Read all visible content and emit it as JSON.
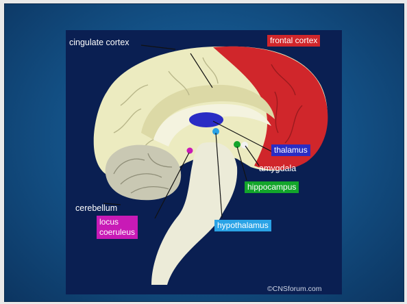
{
  "labels": {
    "cingulate_cortex": "cingulate cortex",
    "frontal_cortex": "frontal cortex",
    "thalamus": "thalamus",
    "amygdala": "amygdala",
    "hippocampus": "hippocampus",
    "cerebellum": "cerebellum",
    "locus_coeruleus": "locus coeruleus",
    "locus_line1": "locus",
    "locus_line2": "coeruleus",
    "hypothalamus": "hypothalamus"
  },
  "copyright": "©CNSforum.com",
  "colors": {
    "frontal_cortex": "#d0262b",
    "thalamus": "#2a2cc4",
    "hippocampus": "#13a52b",
    "locus_coeruleus": "#c81ab6",
    "hypothalamus": "#2aa3e6",
    "panel": "#0a1f52",
    "slide_bg": "#14548a"
  }
}
